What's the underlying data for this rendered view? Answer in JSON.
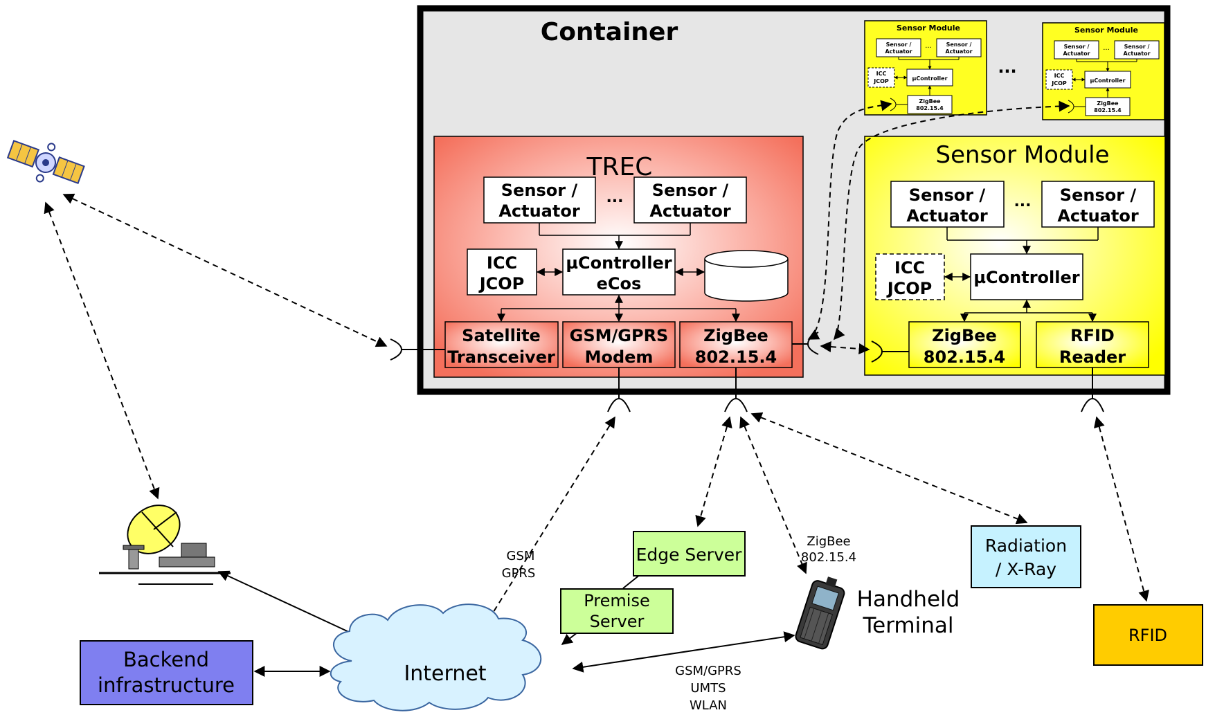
{
  "container": {
    "title": "Container"
  },
  "trec": {
    "title": "TREC",
    "sensor1": [
      "Sensor /",
      "Actuator"
    ],
    "sensor2": [
      "Sensor /",
      "Actuator"
    ],
    "dots": "...",
    "icc": [
      "ICC",
      "JCOP"
    ],
    "controller": [
      "µController",
      "eCos"
    ],
    "satellite": [
      "Satellite",
      "Transceiver"
    ],
    "gsm": [
      "GSM/GPRS",
      "Modem"
    ],
    "zigbee": [
      "ZigBee",
      "802.15.4"
    ]
  },
  "sensor_module_big": {
    "title": "Sensor Module",
    "sensor1": [
      "Sensor /",
      "Actuator"
    ],
    "sensor2": [
      "Sensor /",
      "Actuator"
    ],
    "dots": "...",
    "icc": [
      "ICC",
      "JCOP"
    ],
    "controller": "µController",
    "zigbee": [
      "ZigBee",
      "802.15.4"
    ],
    "rfid": [
      "RFID",
      "Reader"
    ]
  },
  "sensor_module_small": {
    "title": "Sensor Module",
    "sensor": [
      "Sensor /",
      "Actuator"
    ],
    "icc": [
      "ICC",
      "JCOP"
    ],
    "controller": "µController",
    "zigbee": [
      "ZigBee",
      "802.15.4"
    ],
    "between_dots": "..."
  },
  "nodes": {
    "edge_server": "Edge Server",
    "premise_server": [
      "Premise",
      "Server"
    ],
    "backend": [
      "Backend",
      "infrastructure"
    ],
    "internet": "Internet",
    "handheld": [
      "Handheld",
      "Terminal"
    ],
    "radiation": [
      "Radiation",
      "/ X-Ray"
    ],
    "rfid": "RFID"
  },
  "link_labels": {
    "gsm_gprs": [
      "GSM",
      "GPRS"
    ],
    "zigbee": [
      "ZigBee",
      "802.15.4"
    ],
    "internet_handheld": [
      "GSM/GPRS",
      "UMTS",
      "WLAN"
    ]
  },
  "colors": {
    "trec_fill": "#f47c6a",
    "sensor_fill": "#ffff22",
    "edge_fill": "#ccff99",
    "backend_fill": "#7f7ff0",
    "internet_fill": "#d8f2ff",
    "radiation_fill": "#c6f2ff",
    "rfid_fill": "#ffcc00",
    "container_fill": "#e6e6e6"
  },
  "icons": [
    "satellite-icon",
    "ground-station-icon",
    "handheld-terminal-icon",
    "database-cylinder-icon",
    "antenna-icon"
  ]
}
